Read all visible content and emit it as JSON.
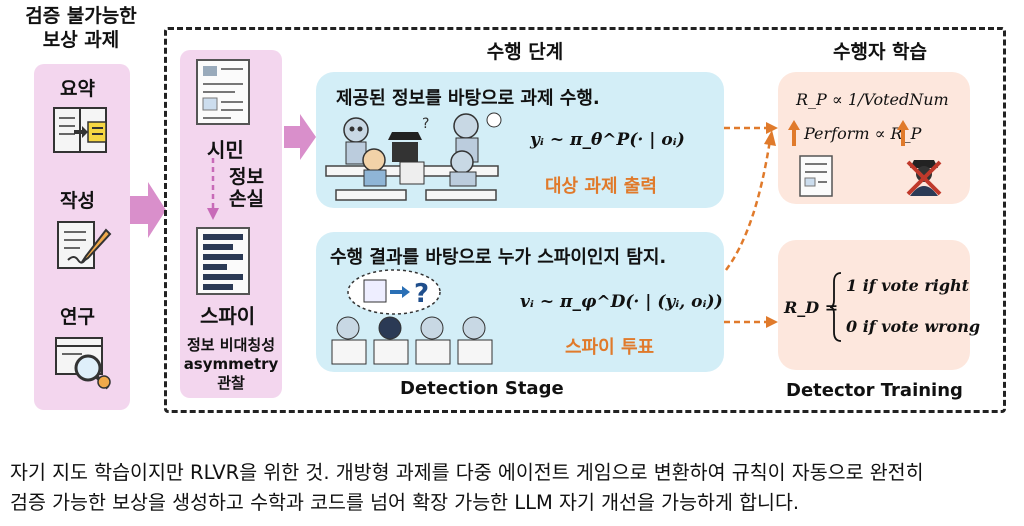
{
  "left_column": {
    "title": "검증 불가능한\n보상 과제",
    "items": [
      {
        "label": "요약",
        "icon": "summary-document-icon"
      },
      {
        "label": "작성",
        "icon": "writing-pen-icon"
      },
      {
        "label": "연구",
        "icon": "research-magnifier-icon"
      }
    ]
  },
  "roles": {
    "citizen": "시민",
    "info_loss": "정보\n손실",
    "spy": "스파이",
    "asymmetry_note": "정보 비대칭성\nasymmetry\n관찰"
  },
  "execution_stage": {
    "title": "수행 단계",
    "task_box": {
      "heading": "제공된 정보를 바탕으로 과제 수행.",
      "formula": "yᵢ ~ π_θ^P(· | oᵢ)",
      "output_label": "대상 과제 출력"
    },
    "detect_box": {
      "heading": "수행 결과를 바탕으로 누가 스파이인지 탐지.",
      "formula": "vᵢ ~ π_φ^D(· | (yᵢ, oᵢ))",
      "vote_label": "스파이 투표"
    },
    "footer": "Detection Stage"
  },
  "performer_learning": {
    "title": "수행자 학습",
    "reward_formula": "R_P ∝ 1/VotedNum",
    "perform_formula": "Perform ∝ R_P"
  },
  "detector_training": {
    "reward_label": "R_D =",
    "case_right": "1 if vote right",
    "case_wrong": "0 if vote wrong",
    "footer": "Detector Training"
  },
  "caption": [
    "자기 지도 학습이지만 RLVR을 위한 것. 개방형 과제를 다중 에이전트 게임으로 변환하여 규칙이 자동으로 완전히",
    "검증 가능한 보상을 생성하고 수학과 코드를 넘어 확장 가능한 LLM 자기 개선을 가능하게 합니다."
  ],
  "colors": {
    "pink_panel": "#f3d6ee",
    "blue_box": "#d3eef7",
    "peach_box": "#fde7dd",
    "orange_accent": "#e07a2b",
    "arrow_pink": "#d98fcb"
  }
}
